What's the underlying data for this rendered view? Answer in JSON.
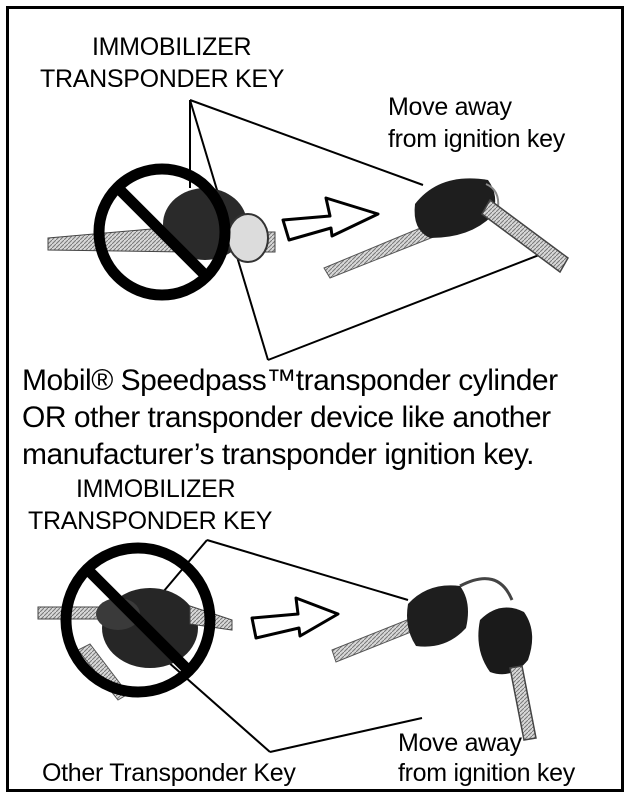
{
  "panel_top": {
    "key_label_line1": "IMMOBILIZER",
    "key_label_line2": "TRANSPONDER KEY",
    "move_label_line1": "Move away",
    "move_label_line2": "from ignition key"
  },
  "caption": {
    "line1": "Mobil® Speedpass™transponder cylinder",
    "line2": "OR other transponder device like another",
    "line3": "manufacturer’s transponder ignition key."
  },
  "panel_bottom": {
    "key_label_line1": "IMMOBILIZER",
    "key_label_line2": "TRANSPONDER KEY",
    "other_key_label": "Other Transponder Key",
    "move_label_line1": "Move away",
    "move_label_line2": "from ignition key"
  },
  "icons": {
    "prohibited": "no-symbol",
    "direction": "right-arrow"
  }
}
